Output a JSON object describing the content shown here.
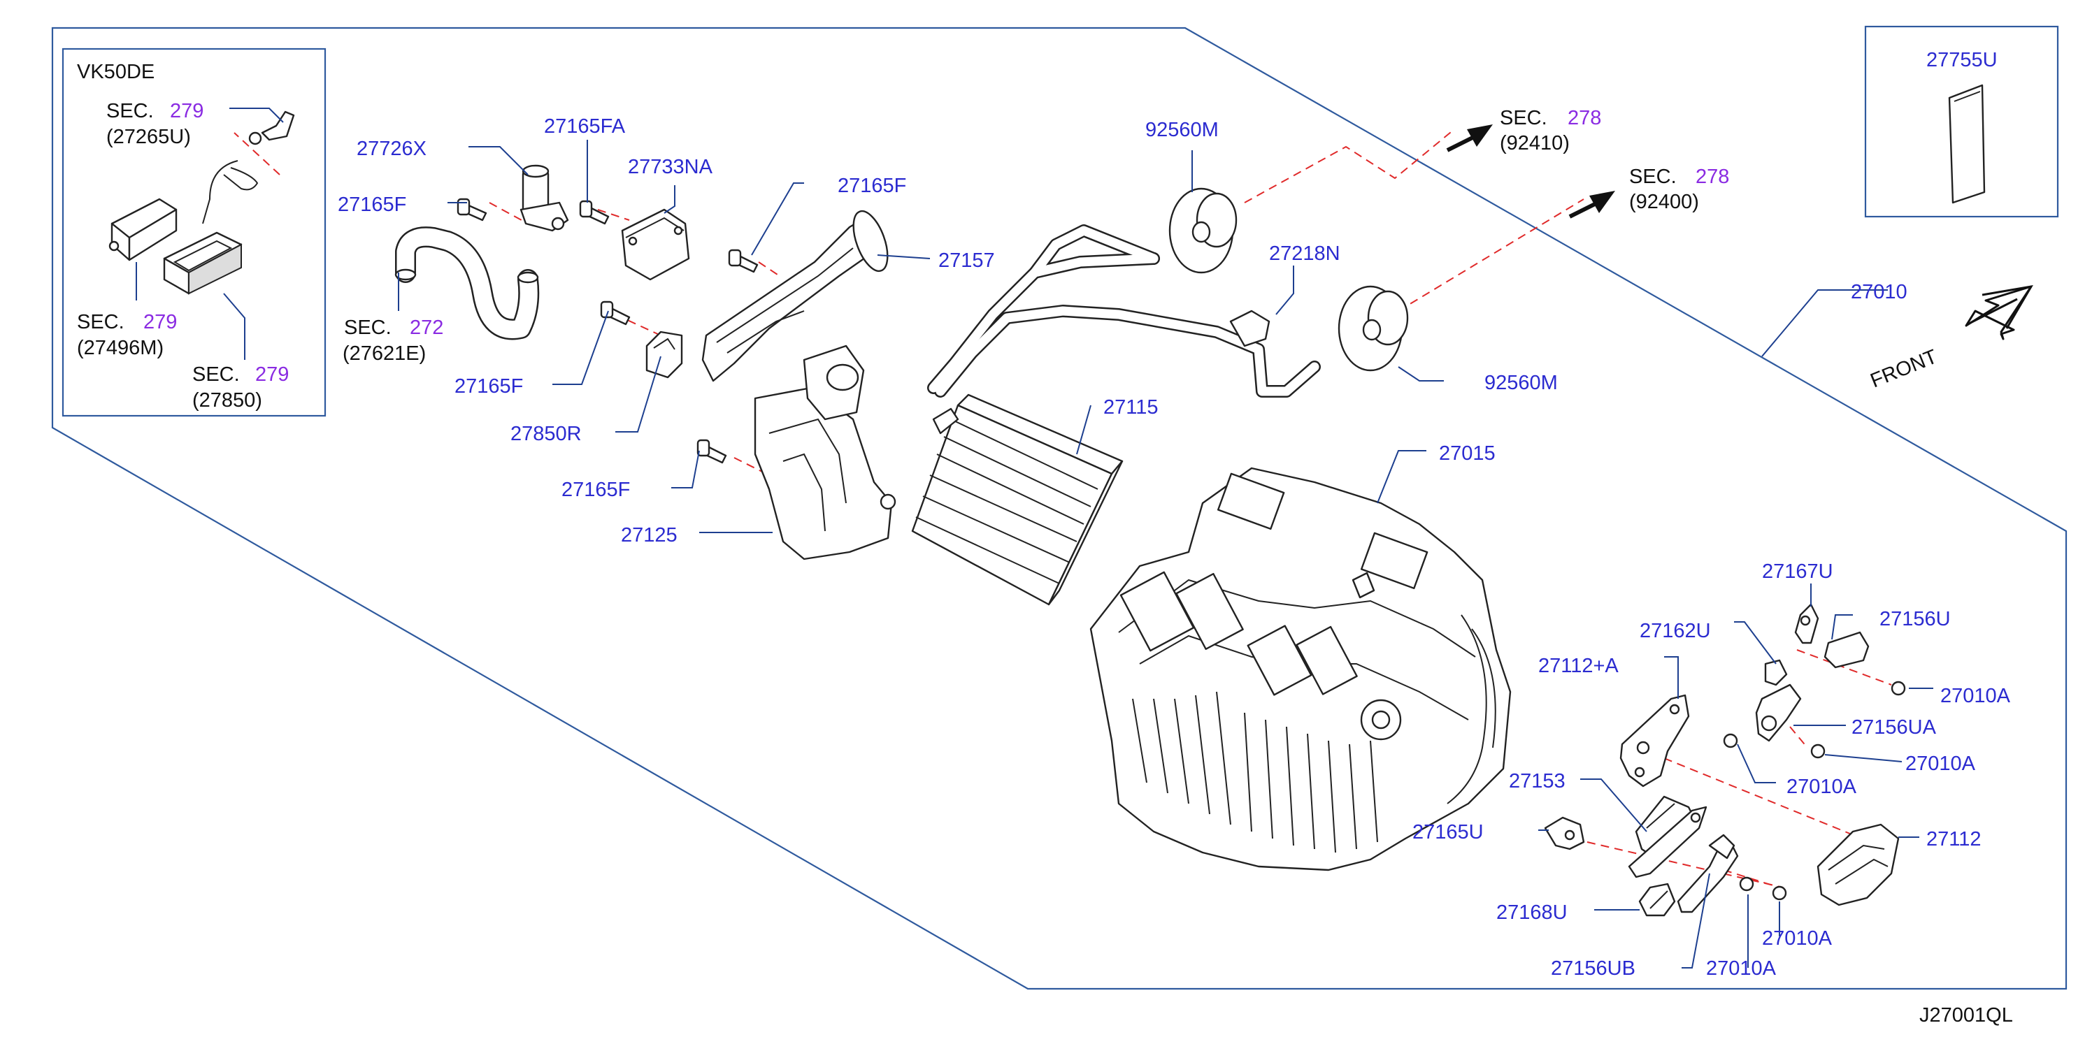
{
  "diagram_code": "J27001QL",
  "front_label": "FRONT",
  "inset": {
    "engine": "VK50DE",
    "refs": [
      {
        "sec": "SEC.",
        "num": "279",
        "code": "(27265U)"
      },
      {
        "sec": "SEC.",
        "num": "279",
        "code": "(27496M)"
      },
      {
        "sec": "SEC.",
        "num": "279",
        "code": "(27850)"
      }
    ]
  },
  "section_refs": [
    {
      "sec": "SEC.",
      "num": "272",
      "code": "(27621E)"
    },
    {
      "sec": "SEC.",
      "num": "278",
      "code": "(92410)"
    },
    {
      "sec": "SEC.",
      "num": "278",
      "code": "(92400)"
    }
  ],
  "parts": [
    "27726X",
    "27165FA",
    "27733NA",
    "27165F",
    "27165F",
    "27157",
    "27165F",
    "27850R",
    "27165F",
    "27125",
    "92560M",
    "27218N",
    "92560M",
    "27115",
    "27015",
    "27010",
    "27755U",
    "27167U",
    "27156U",
    "27162U",
    "27010A",
    "27112+A",
    "27156UA",
    "27010A",
    "27010A",
    "27153",
    "27112",
    "27165U",
    "27168U",
    "27010A",
    "27156UB",
    "27010A"
  ]
}
